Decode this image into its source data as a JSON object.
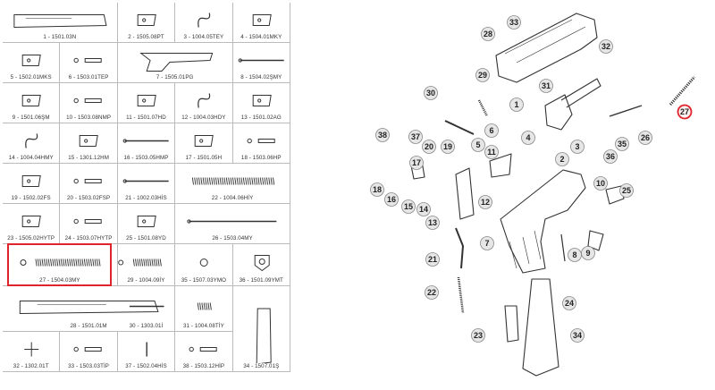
{
  "parts": [
    {
      "num": "1",
      "code": "1501.03N",
      "shape": "slide-small",
      "row": 0,
      "col": 0,
      "span": 2
    },
    {
      "num": "2",
      "code": "1505.08PT",
      "shape": "pin-pair",
      "row": 0,
      "col": 2
    },
    {
      "num": "3",
      "code": "1004.05TEY",
      "shape": "hook",
      "row": 0,
      "col": 3
    },
    {
      "num": "4",
      "code": "1504.01MKY",
      "shape": "lever",
      "row": 0,
      "col": 4
    },
    {
      "num": "5",
      "code": "1502.01MKS",
      "shape": "spring-lever",
      "row": 1,
      "col": 0
    },
    {
      "num": "6",
      "code": "1503.01TEP",
      "shape": "pin",
      "row": 1,
      "col": 1
    },
    {
      "num": "7",
      "code": "1505.01PG",
      "shape": "frame",
      "row": 1,
      "col": 2,
      "span": 2
    },
    {
      "num": "8",
      "code": "1504.02ŞMY",
      "shape": "rod",
      "row": 1,
      "col": 4
    },
    {
      "num": "9",
      "code": "1501.06ŞM",
      "shape": "barrel-part",
      "row": 2,
      "col": 0
    },
    {
      "num": "10",
      "code": "1503.08NMP",
      "shape": "dot-pin",
      "row": 2,
      "col": 1
    },
    {
      "num": "11",
      "code": "1501.07HD",
      "shape": "trigger-bar",
      "row": 2,
      "col": 2
    },
    {
      "num": "12",
      "code": "1004.03HDY",
      "shape": "wire",
      "row": 2,
      "col": 3
    },
    {
      "num": "13",
      "code": "1501.02AG",
      "shape": "block",
      "row": 2,
      "col": 4
    },
    {
      "num": "14",
      "code": "1004.04HMY",
      "shape": "spring-s",
      "row": 3,
      "col": 0
    },
    {
      "num": "15",
      "code": "1301.12HM",
      "shape": "hammer",
      "row": 3,
      "col": 1
    },
    {
      "num": "16",
      "code": "1503.05HMP",
      "shape": "long-pin",
      "row": 3,
      "col": 2
    },
    {
      "num": "17",
      "code": "1501.05H",
      "shape": "hammer2",
      "row": 3,
      "col": 3
    },
    {
      "num": "18",
      "code": "1503.06HP",
      "shape": "dot-pin",
      "row": 3,
      "col": 4
    },
    {
      "num": "19",
      "code": "1502.02FS",
      "shape": "small-l",
      "row": 4,
      "col": 0
    },
    {
      "num": "20",
      "code": "1503.02FSP",
      "shape": "dot-pin",
      "row": 4,
      "col": 1
    },
    {
      "num": "21",
      "code": "1002.03HİS",
      "shape": "long-flat",
      "row": 4,
      "col": 2
    },
    {
      "num": "22",
      "code": "1004.06HİY",
      "shape": "spring",
      "row": 4,
      "col": 3,
      "span": 2
    },
    {
      "num": "23",
      "code": "1505.02HYTP",
      "shape": "cap",
      "row": 5,
      "col": 0
    },
    {
      "num": "24",
      "code": "1503.07HYTP",
      "shape": "small-pin",
      "row": 5,
      "col": 1
    },
    {
      "num": "25",
      "code": "1501.08YD",
      "shape": "lever-flat",
      "row": 5,
      "col": 2
    },
    {
      "num": "26",
      "code": "1503.04MY",
      "shape": "guide-rod",
      "row": 5,
      "col": 3,
      "span": 2
    },
    {
      "num": "27",
      "code": "1504.03MY",
      "shape": "recoil-spring",
      "row": 6,
      "col": 0,
      "span": 2
    },
    {
      "num": "29",
      "code": "1004.09İY",
      "shape": "short-spring",
      "row": 6,
      "col": 2
    },
    {
      "num": "35",
      "code": "1507.03YMO",
      "shape": "ring",
      "row": 6,
      "col": 3
    },
    {
      "num": "36",
      "code": "1501.09YMT",
      "shape": "emblem",
      "row": 6,
      "col": 4
    },
    {
      "num": "28",
      "code": "1501.01M",
      "shape": "slide",
      "row": 7,
      "col": 0,
      "span": 3
    },
    {
      "num": "30",
      "code": "1303.01İ",
      "shape": "firing-pin",
      "row": 7,
      "col": 2
    },
    {
      "num": "31",
      "code": "1004.08TİY",
      "shape": "tiny-spring",
      "row": 7,
      "col": 3
    },
    {
      "num": "34",
      "code": "1507.01Ş",
      "shape": "magazine",
      "row": 7,
      "col": 4,
      "rowspan": 2
    },
    {
      "num": "32",
      "code": "1302.01T",
      "shape": "cross",
      "row": 8,
      "col": 0
    },
    {
      "num": "33",
      "code": "1503.03TİP",
      "shape": "dot-pin",
      "row": 8,
      "col": 1
    },
    {
      "num": "37",
      "code": "1502.04HİS",
      "shape": "vertical-pin",
      "row": 8,
      "col": 2
    },
    {
      "num": "38",
      "code": "1503.12HİP",
      "shape": "tiny-pin",
      "row": 8,
      "col": 3
    }
  ],
  "highlight_part": "27",
  "callouts": [
    "33",
    "28",
    "32",
    "31",
    "29",
    "1",
    "30",
    "27",
    "4",
    "3",
    "26",
    "2",
    "35",
    "36",
    "10",
    "25",
    "7",
    "9",
    "8",
    "21",
    "22",
    "23",
    "34",
    "24",
    "38",
    "37",
    "20",
    "19",
    "18",
    "16",
    "17",
    "15",
    "14",
    "13",
    "5",
    "6",
    "11",
    "12"
  ],
  "colors": {
    "highlight": "#e0242c",
    "line": "#333333",
    "grid": "#bbbbbb"
  }
}
